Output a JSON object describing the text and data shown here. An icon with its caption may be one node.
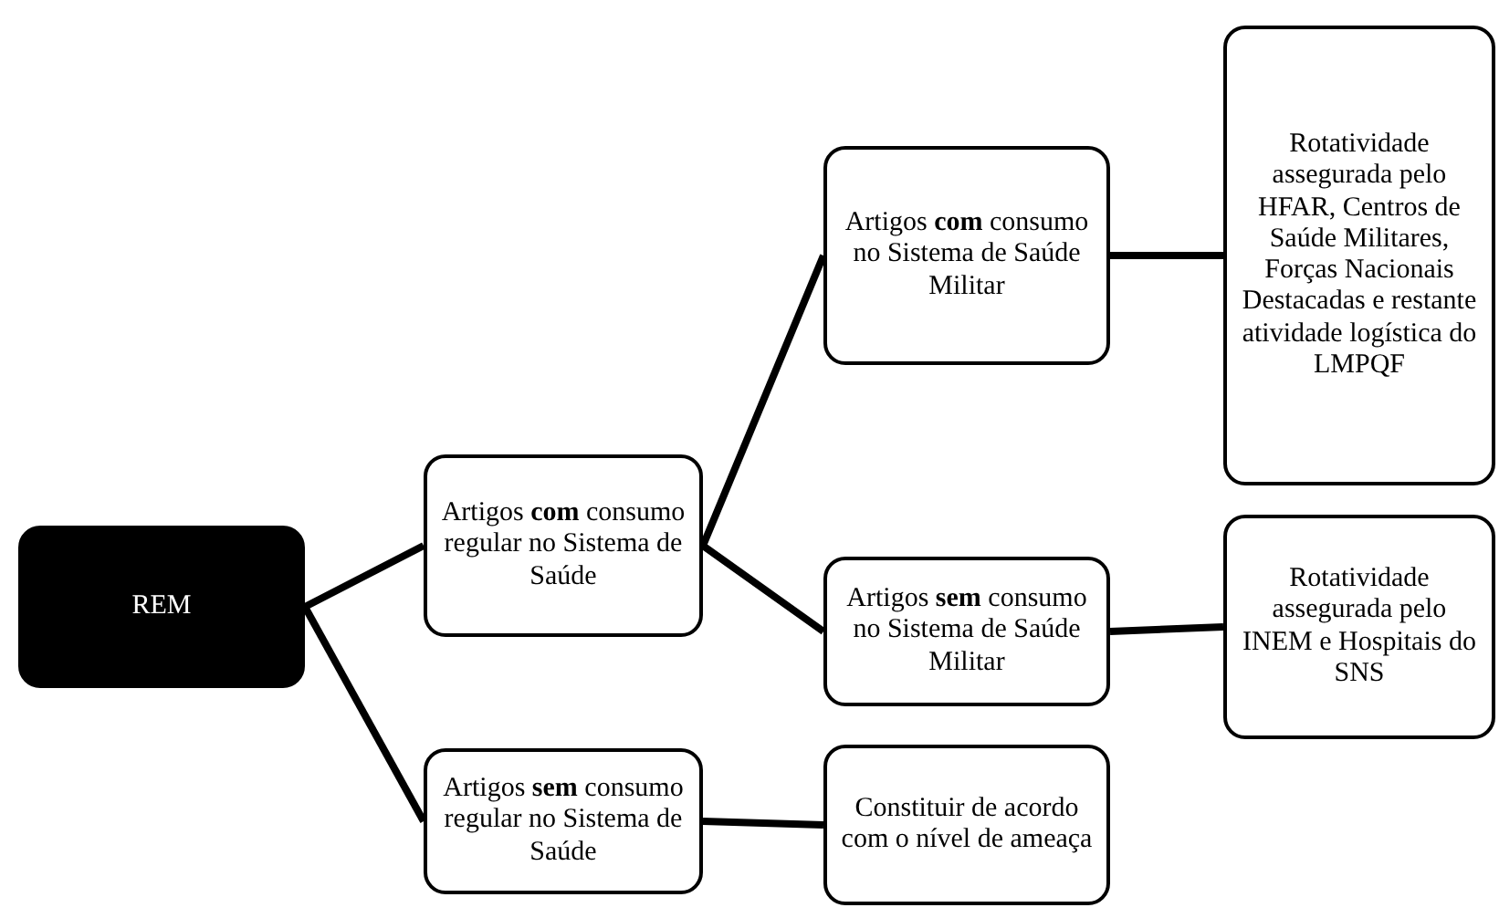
{
  "diagram": {
    "nodes": [
      {
        "text": [
          "REM"
        ]
      },
      {
        "text": [
          "Artigos **com** consumo regular no Sistema de Saúde"
        ]
      },
      {
        "text": [
          "Artigos **sem** consumo regular no Sistema de Saúde"
        ]
      },
      {
        "text": [
          "Artigos **com** consumo no Sistema de Saúde Militar"
        ]
      },
      {
        "text": [
          "Artigos **sem** consumo no Sistema de Saúde Militar"
        ]
      },
      {
        "text": [
          "Rotatividade assegurada pelo HFAR, Centros de Saúde Militares, Forças Nacionais Destacadas e restante atividade logística do LMPQF"
        ]
      },
      {
        "text": [
          "Rotatividade assegurada pelo INEM e Hospitais do SNS"
        ]
      },
      {
        "text": [
          "Constituir de acordo com o nível de ameaça"
        ]
      }
    ],
    "edges": [
      {
        "from": 0,
        "to": 1,
        "arrow": "none"
      },
      {
        "from": 0,
        "to": 2,
        "arrow": "none"
      },
      {
        "from": 1,
        "to": 3,
        "arrow": "none"
      },
      {
        "from": 1,
        "to": 4,
        "arrow": "none"
      },
      {
        "from": 3,
        "to": 5,
        "arrow": "none"
      },
      {
        "from": 4,
        "to": 6,
        "arrow": "none"
      },
      {
        "from": 2,
        "to": 7,
        "arrow": "none"
      }
    ]
  }
}
